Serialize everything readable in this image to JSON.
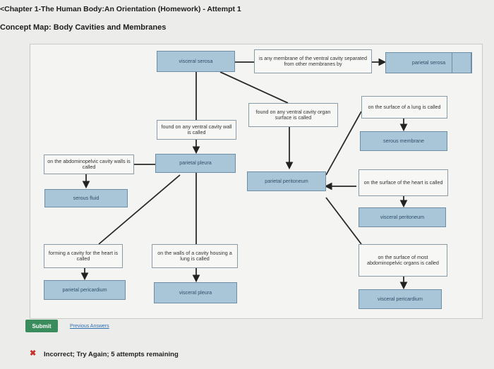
{
  "header": {
    "title": "<Chapter 1-The Human Body:An Orientation (Homework) - Attempt 1",
    "subtitle": "Concept Map: Body Cavities and Membranes"
  },
  "concept_map": {
    "visceral_serosa": "visceral serosa",
    "any_membrane": "is any membrane of the ventral cavity separated from other membranes by",
    "parietal_serosa": "parietal serosa",
    "found_any_ventral": "found on any ventral cavity organ surface is called",
    "surface_of_lung": "on the surface of a lung is called",
    "serous_membrane": "serous membrane",
    "found_ventral_wall": "found on any ventral cavity wall is called",
    "abdominopelvic_walls": "on the abdominopelvic cavity walls is called",
    "parietal_pleura": "parietal pleura",
    "parietal_peritoneum": "parietal peritoneum",
    "surface_of_heart": "on the surface of the heart is called",
    "serous_fluid": "serous fluid",
    "visceral_peritoneum": "visceral peritoneum",
    "forming_cavity": "forming a cavity for the heart is called",
    "walls_lung_cavity": "on the walls of a cavity housing a lung is called",
    "surface_abdominopelvic": "on the surface of most abdominopelvic organs is called",
    "parietal_pericardium": "parietal pericardium",
    "visceral_pleura": "visceral pleura",
    "visceral_pericardium": "visceral pericardium"
  },
  "footer": {
    "submit_label": "Submit",
    "previous_answers_label": "Previous Answers",
    "feedback": "Incorrect; Try Again; 5 attempts remaining"
  },
  "colors": {
    "target_fill": "#a8c6d8",
    "submit": "#3a8c5c",
    "error": "#c5322e"
  }
}
